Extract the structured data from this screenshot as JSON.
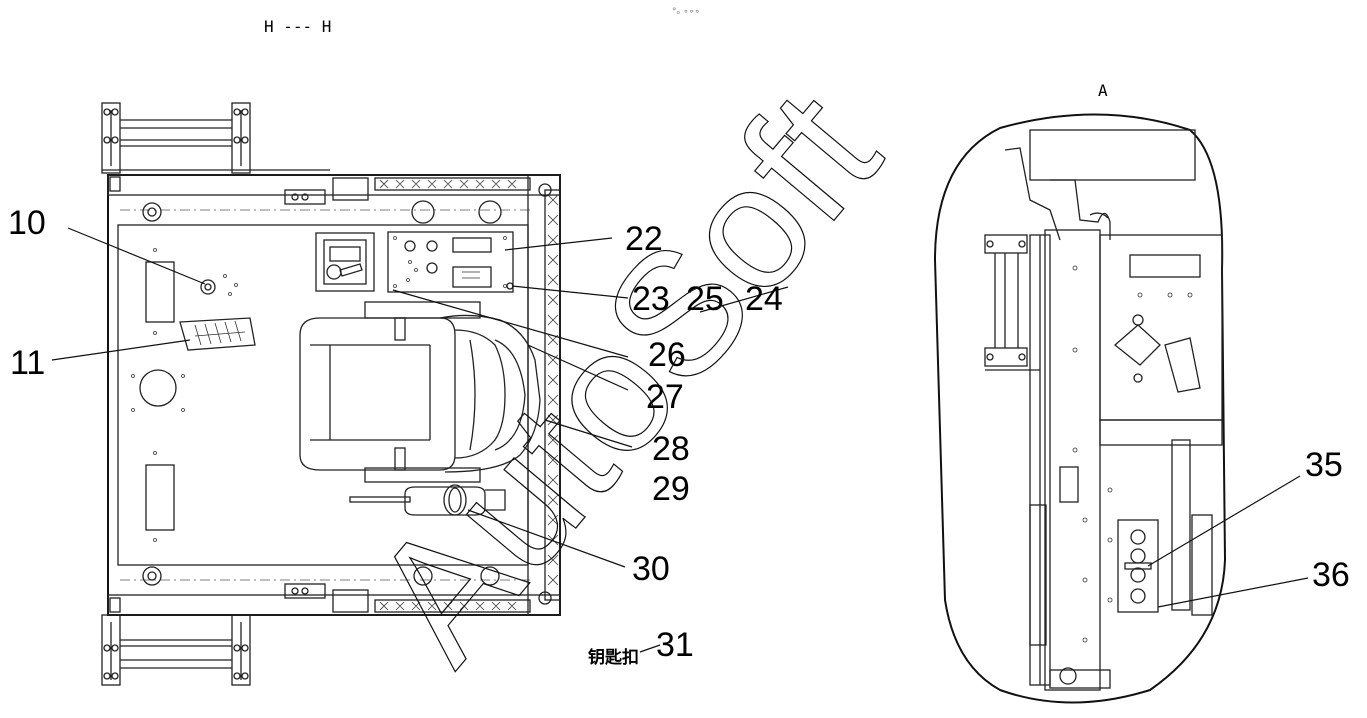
{
  "section_label": "H --- H",
  "toolbar_dots": "°ₒ ∘∘∘",
  "detail_label": "A",
  "watermark": "AutoSoft",
  "callouts": {
    "c10": "10",
    "c11": "11",
    "c22": "22",
    "c23": "23",
    "c24": "24",
    "c25": "25",
    "c26": "26",
    "c27": "27",
    "c28": "28",
    "c29": "29",
    "c30": "30",
    "c31": "31",
    "c35": "35",
    "c36": "36"
  },
  "key_ring_label": "钥匙扣"
}
